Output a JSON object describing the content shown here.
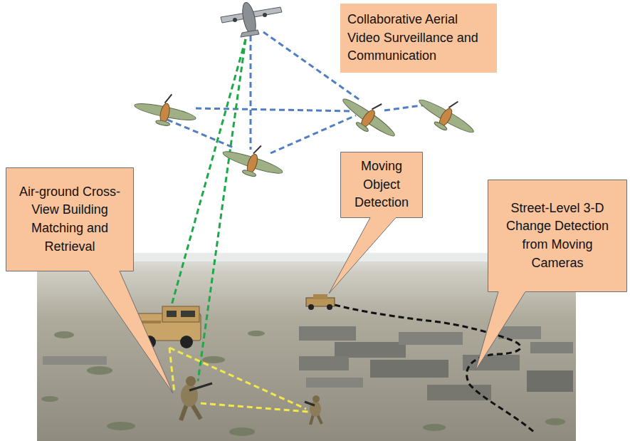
{
  "diagram": {
    "nodes": [
      {
        "text": [
          "Collaborative Aerial Video Surveillance and Communication"
        ]
      },
      {
        "text": [
          "Air-ground Cross-View Building Matching and Retrieval"
        ]
      },
      {
        "text": [
          "Moving Object Detection"
        ]
      },
      {
        "text": [
          "Street-Level 3-D Change Detection from Moving Cameras"
        ]
      }
    ]
  }
}
